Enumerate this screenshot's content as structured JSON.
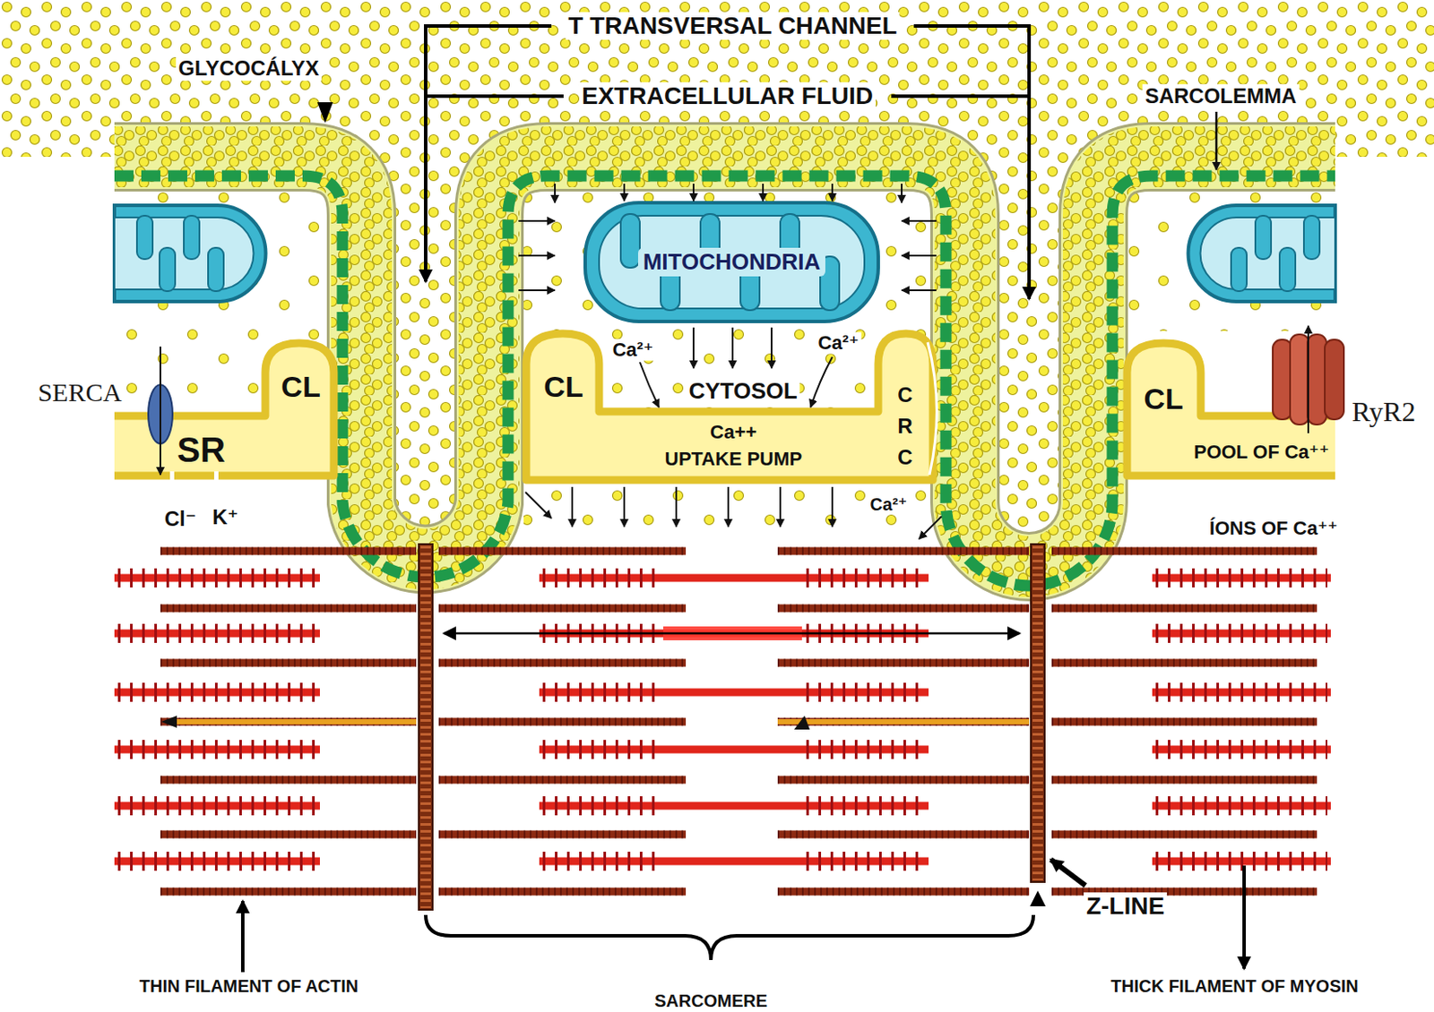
{
  "diagram": {
    "nodes": [
      {
        "text": [
          "MITOCHONDRIA"
        ]
      }
    ],
    "labels": [
      "T TRANSVERSAL CHANNEL",
      "GLYCOCÁLYX",
      "EXTRACELLULAR FLUID",
      "SARCOLEMMA",
      "SERCA",
      "CL",
      "Ca²⁺",
      "Ca²⁺",
      "CL",
      "CYTOSOL",
      "CRC",
      "CL",
      "RyR2",
      "SR",
      "Ca++",
      "UPTAKE PUMP",
      "POOL OF Ca⁺⁺",
      "Cl⁻",
      "K⁺",
      "Ca²⁺",
      "ÍONS OF Ca⁺⁺",
      "Z-LINE",
      "THIN FILAMENT OF ACTIN",
      "SARCOMERE",
      "THICK FILAMENT OF MYOSIN"
    ]
  }
}
